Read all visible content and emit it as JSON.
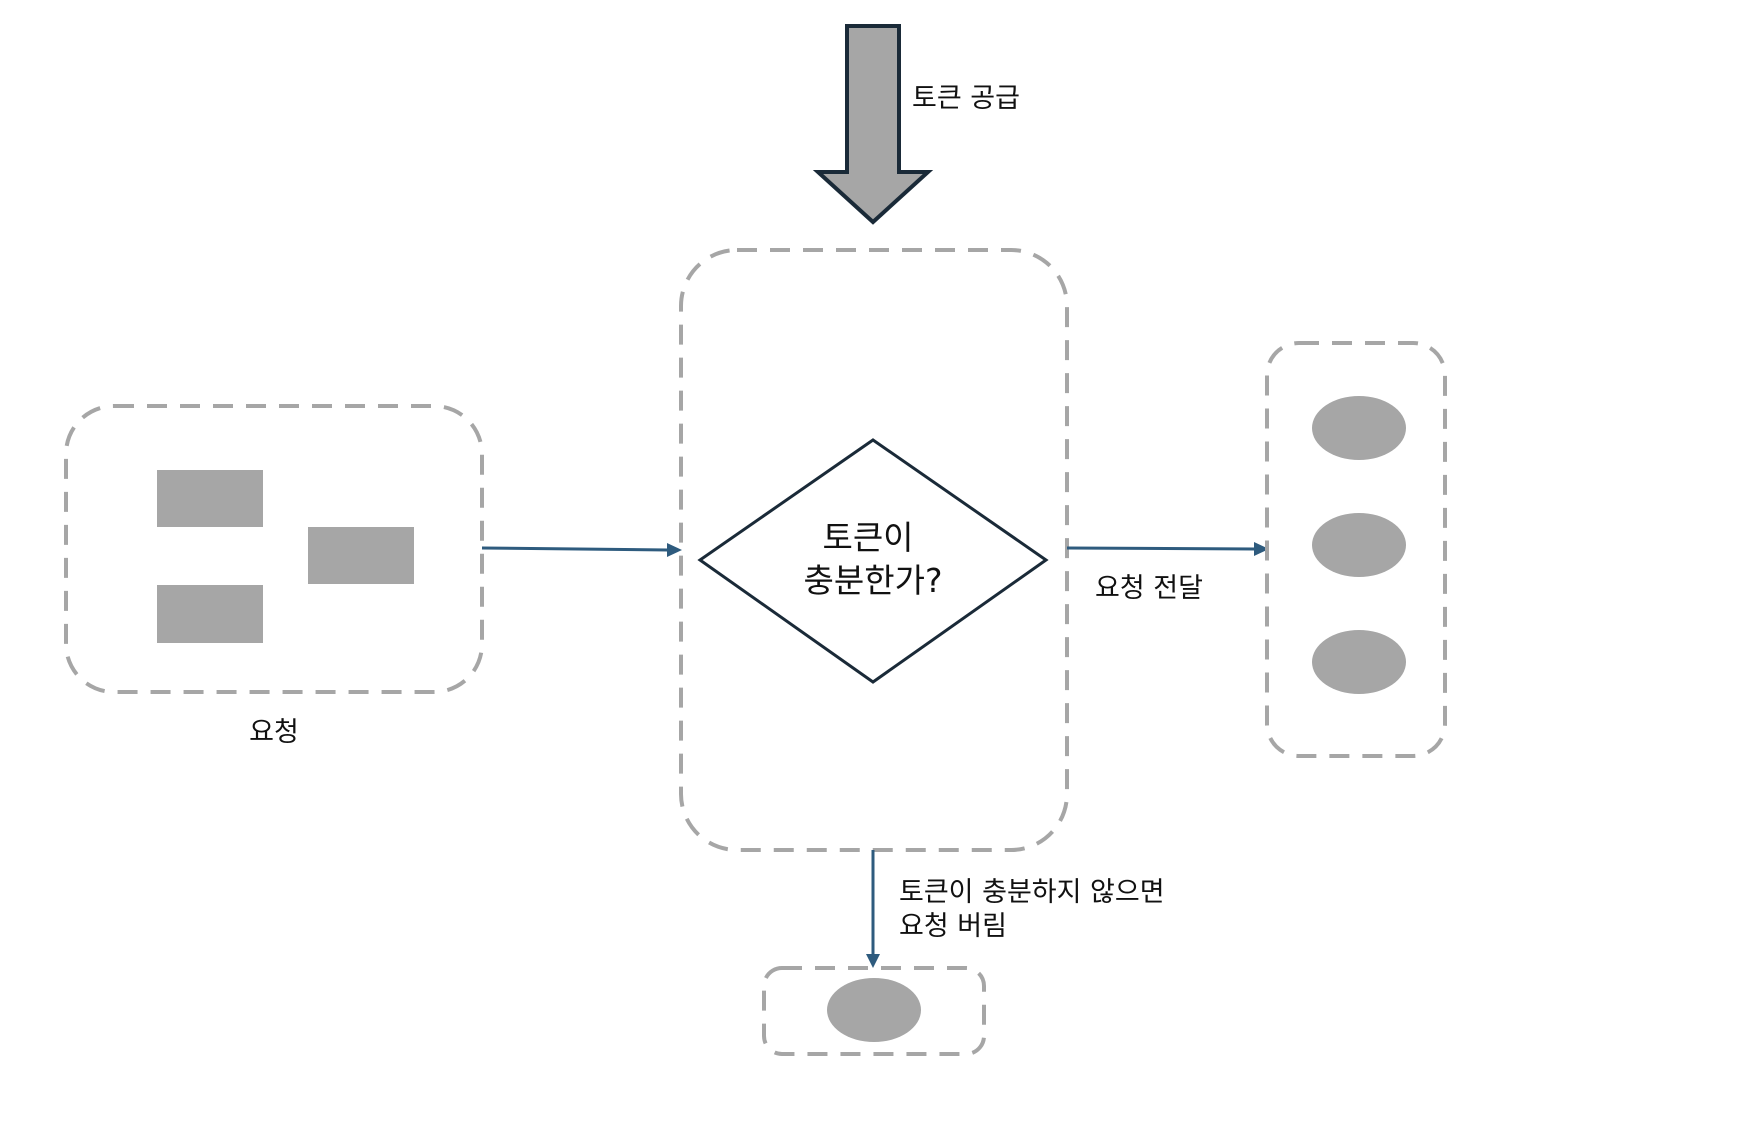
{
  "labels": {
    "token_supply": "토큰 공급",
    "decision_line1": "토큰이",
    "decision_line2": "충분한가?",
    "requests": "요청",
    "forward": "요청 전달",
    "drop_line1": "토큰이 충분하지 않으면",
    "drop_line2": "요청 버림"
  },
  "colors": {
    "shape_fill": "#a6a6a6",
    "dash_stroke": "#a6a6a6",
    "arrow_stroke": "#2e5b7e",
    "supply_arrow_outline": "#1a2a38",
    "decision_outline": "#1a2a38"
  },
  "counts": {
    "incoming_requests": 3,
    "forwarded_requests": 3,
    "dropped_requests": 1
  }
}
